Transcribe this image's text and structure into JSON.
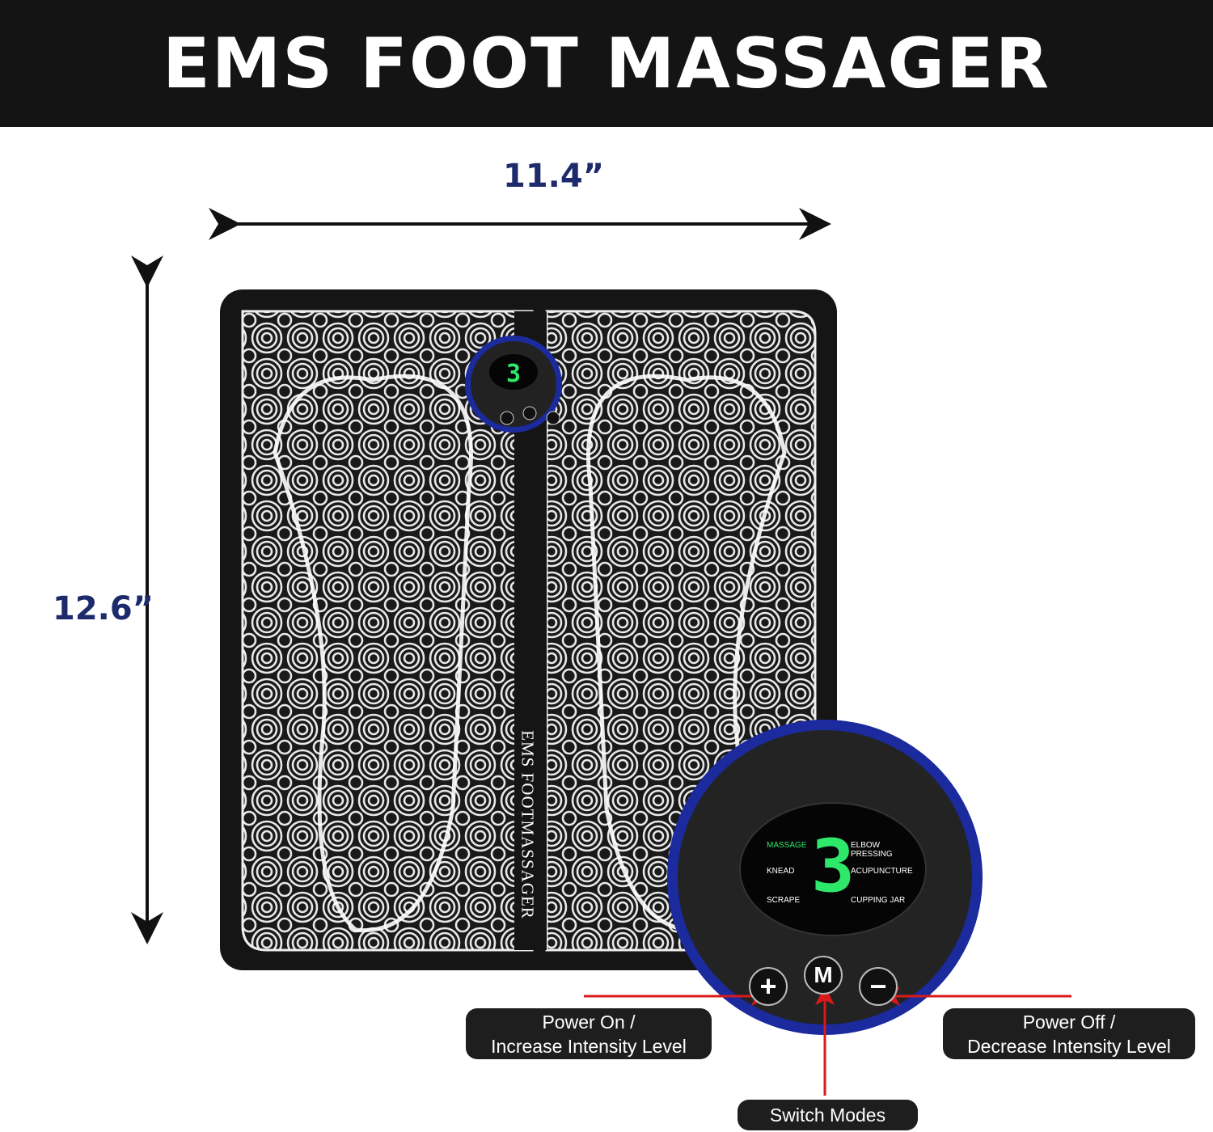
{
  "title": "EMS FOOT MASSAGER",
  "dimensions": {
    "width": "11.4”",
    "height": "12.6”"
  },
  "mat_text": "EMS FOOTMASSAGER",
  "display": {
    "digit": "3",
    "modes_left": [
      "MASSAGE",
      "KNEAD",
      "SCRAPE"
    ],
    "modes_right": [
      "ELBOW PRESSING",
      "ACUPUNCTURE",
      "CUPPING JAR"
    ]
  },
  "buttons": {
    "plus": "+",
    "mode": "M",
    "minus": "−"
  },
  "callouts": {
    "plus": [
      "Power On /",
      "Increase Intensity Level"
    ],
    "minus": [
      "Power Off /",
      "Decrease Intensity Level"
    ],
    "mode": "Switch Modes"
  },
  "colors": {
    "navy": "#1d2a6b",
    "lcd_green": "#2ee86a",
    "ring_blue": "#1b2a9c",
    "arrow_red": "#d81a1a"
  }
}
